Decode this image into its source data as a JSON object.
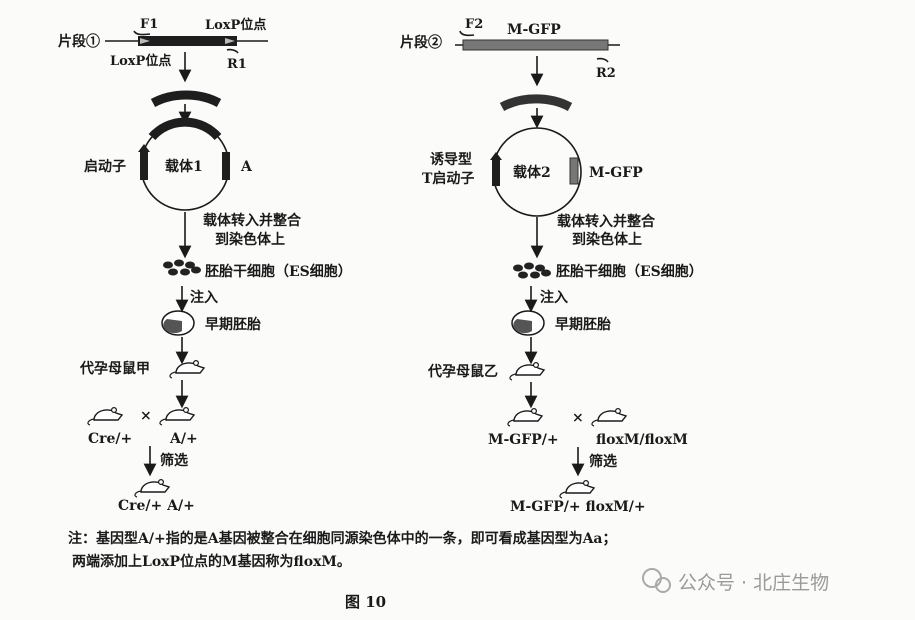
{
  "left": {
    "fragment_label": "片段①",
    "primer_f": "F1",
    "primer_r": "R1",
    "loxp_top": "LoxP位点",
    "loxp_bottom": "LoxP位点",
    "promoter": "启动子",
    "vector": "载体1",
    "gene": "A",
    "integrate_1": "载体转入并整合",
    "integrate_2": "到染色体上",
    "es_cells": "胚胎干细胞（ES细胞）",
    "inject": "注入",
    "embryo": "早期胚胎",
    "surrogate": "代孕母鼠甲",
    "parent_1": "Cre/+",
    "cross": "×",
    "parent_2": "A/+",
    "screen": "筛选",
    "offspring": "Cre/+ A/+"
  },
  "right": {
    "fragment_label": "片段②",
    "primer_f": "F2",
    "primer_r": "R2",
    "fragment_gene": "M-GFP",
    "promoter_1": "诱导型",
    "promoter_2": "T启动子",
    "vector": "载体2",
    "gene": "M-GFP",
    "integrate_1": "载体转入并整合",
    "integrate_2": "到染色体上",
    "es_cells": "胚胎干细胞（ES细胞）",
    "inject": "注入",
    "embryo": "早期胚胎",
    "surrogate": "代孕母鼠乙",
    "parent_1": "M-GFP/+",
    "cross": "×",
    "parent_2": "floxM/floxM",
    "screen": "筛选",
    "offspring": "M-GFP/+ floxM/+"
  },
  "note": {
    "line1": "注：基因型A/+指的是A基因被整合在细胞同源染色体中的一条，即可看成基因型为Aa；",
    "line2": "两端添加上LoxP位点的M基因称为floxM。"
  },
  "figure_label": "图 10",
  "watermark": "公众号 · 北庄生物"
}
